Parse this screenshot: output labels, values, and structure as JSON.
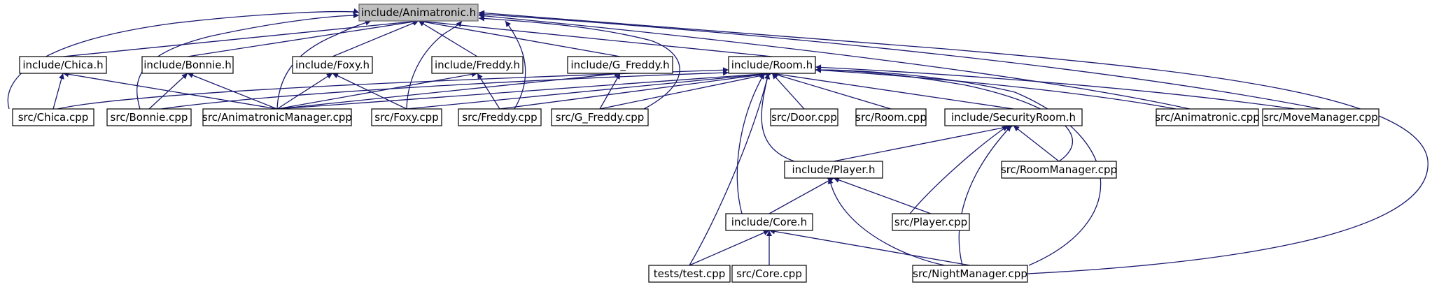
{
  "diagram": {
    "root": "n_anim",
    "nodes": [
      {
        "id": "n_anim",
        "label": "include/Animatronic.h",
        "root": true
      },
      {
        "id": "n_chica_h",
        "label": "include/Chica.h"
      },
      {
        "id": "n_bonnie_h",
        "label": "include/Bonnie.h"
      },
      {
        "id": "n_foxy_h",
        "label": "include/Foxy.h"
      },
      {
        "id": "n_freddy_h",
        "label": "include/Freddy.h"
      },
      {
        "id": "n_gfreddy_h",
        "label": "include/G_Freddy.h"
      },
      {
        "id": "n_room_h",
        "label": "include/Room.h"
      },
      {
        "id": "n_chica_cpp",
        "label": "src/Chica.cpp"
      },
      {
        "id": "n_bonnie_cpp",
        "label": "src/Bonnie.cpp"
      },
      {
        "id": "n_am_cpp",
        "label": "src/AnimatronicManager.cpp"
      },
      {
        "id": "n_foxy_cpp",
        "label": "src/Foxy.cpp"
      },
      {
        "id": "n_freddy_cpp",
        "label": "src/Freddy.cpp"
      },
      {
        "id": "n_gfreddy_cpp",
        "label": "src/G_Freddy.cpp"
      },
      {
        "id": "n_door_cpp",
        "label": "src/Door.cpp"
      },
      {
        "id": "n_room_cpp",
        "label": "src/Room.cpp"
      },
      {
        "id": "n_secroom_h",
        "label": "include/SecurityRoom.h"
      },
      {
        "id": "n_anim_cpp",
        "label": "src/Animatronic.cpp"
      },
      {
        "id": "n_move_cpp",
        "label": "src/MoveManager.cpp"
      },
      {
        "id": "n_player_h",
        "label": "include/Player.h"
      },
      {
        "id": "n_roommgr_cpp",
        "label": "src/RoomManager.cpp"
      },
      {
        "id": "n_core_h",
        "label": "include/Core.h"
      },
      {
        "id": "n_player_cpp",
        "label": "src/Player.cpp"
      },
      {
        "id": "n_test_cpp",
        "label": "tests/test.cpp"
      },
      {
        "id": "n_core_cpp",
        "label": "src/Core.cpp"
      },
      {
        "id": "n_night_cpp",
        "label": "src/NightManager.cpp"
      }
    ],
    "edges": [
      {
        "from": "n_chica_h",
        "to": "n_anim"
      },
      {
        "from": "n_bonnie_h",
        "to": "n_anim"
      },
      {
        "from": "n_foxy_h",
        "to": "n_anim"
      },
      {
        "from": "n_freddy_h",
        "to": "n_anim"
      },
      {
        "from": "n_gfreddy_h",
        "to": "n_anim"
      },
      {
        "from": "n_room_h",
        "to": "n_anim"
      },
      {
        "from": "n_chica_cpp",
        "to": "n_anim"
      },
      {
        "from": "n_bonnie_cpp",
        "to": "n_anim"
      },
      {
        "from": "n_am_cpp",
        "to": "n_anim"
      },
      {
        "from": "n_foxy_cpp",
        "to": "n_anim"
      },
      {
        "from": "n_freddy_cpp",
        "to": "n_anim"
      },
      {
        "from": "n_gfreddy_cpp",
        "to": "n_anim"
      },
      {
        "from": "n_anim_cpp",
        "to": "n_anim"
      },
      {
        "from": "n_move_cpp",
        "to": "n_anim"
      },
      {
        "from": "n_night_cpp",
        "to": "n_anim"
      },
      {
        "from": "n_chica_cpp",
        "to": "n_chica_h"
      },
      {
        "from": "n_am_cpp",
        "to": "n_chica_h"
      },
      {
        "from": "n_bonnie_cpp",
        "to": "n_bonnie_h"
      },
      {
        "from": "n_am_cpp",
        "to": "n_bonnie_h"
      },
      {
        "from": "n_am_cpp",
        "to": "n_foxy_h"
      },
      {
        "from": "n_foxy_cpp",
        "to": "n_foxy_h"
      },
      {
        "from": "n_am_cpp",
        "to": "n_freddy_h"
      },
      {
        "from": "n_freddy_cpp",
        "to": "n_freddy_h"
      },
      {
        "from": "n_am_cpp",
        "to": "n_gfreddy_h"
      },
      {
        "from": "n_gfreddy_cpp",
        "to": "n_gfreddy_h"
      },
      {
        "from": "n_chica_cpp",
        "to": "n_room_h"
      },
      {
        "from": "n_bonnie_cpp",
        "to": "n_room_h"
      },
      {
        "from": "n_am_cpp",
        "to": "n_room_h"
      },
      {
        "from": "n_foxy_cpp",
        "to": "n_room_h"
      },
      {
        "from": "n_freddy_cpp",
        "to": "n_room_h"
      },
      {
        "from": "n_gfreddy_cpp",
        "to": "n_room_h"
      },
      {
        "from": "n_door_cpp",
        "to": "n_room_h"
      },
      {
        "from": "n_room_cpp",
        "to": "n_room_h"
      },
      {
        "from": "n_secroom_h",
        "to": "n_room_h"
      },
      {
        "from": "n_anim_cpp",
        "to": "n_room_h"
      },
      {
        "from": "n_move_cpp",
        "to": "n_room_h"
      },
      {
        "from": "n_player_h",
        "to": "n_room_h"
      },
      {
        "from": "n_roommgr_cpp",
        "to": "n_room_h"
      },
      {
        "from": "n_core_h",
        "to": "n_room_h"
      },
      {
        "from": "n_test_cpp",
        "to": "n_room_h"
      },
      {
        "from": "n_night_cpp",
        "to": "n_room_h"
      },
      {
        "from": "n_player_h",
        "to": "n_secroom_h"
      },
      {
        "from": "n_roommgr_cpp",
        "to": "n_secroom_h"
      },
      {
        "from": "n_player_cpp",
        "to": "n_secroom_h"
      },
      {
        "from": "n_night_cpp",
        "to": "n_secroom_h"
      },
      {
        "from": "n_core_h",
        "to": "n_player_h"
      },
      {
        "from": "n_player_cpp",
        "to": "n_player_h"
      },
      {
        "from": "n_night_cpp",
        "to": "n_player_h"
      },
      {
        "from": "n_test_cpp",
        "to": "n_core_h"
      },
      {
        "from": "n_core_cpp",
        "to": "n_core_h"
      },
      {
        "from": "n_night_cpp",
        "to": "n_core_h"
      }
    ]
  },
  "colors": {
    "edge": "#191970",
    "root_fill": "#bfbfbf",
    "root_border": "#666666",
    "node_fill": "#ffffff",
    "node_border": "#000000"
  }
}
